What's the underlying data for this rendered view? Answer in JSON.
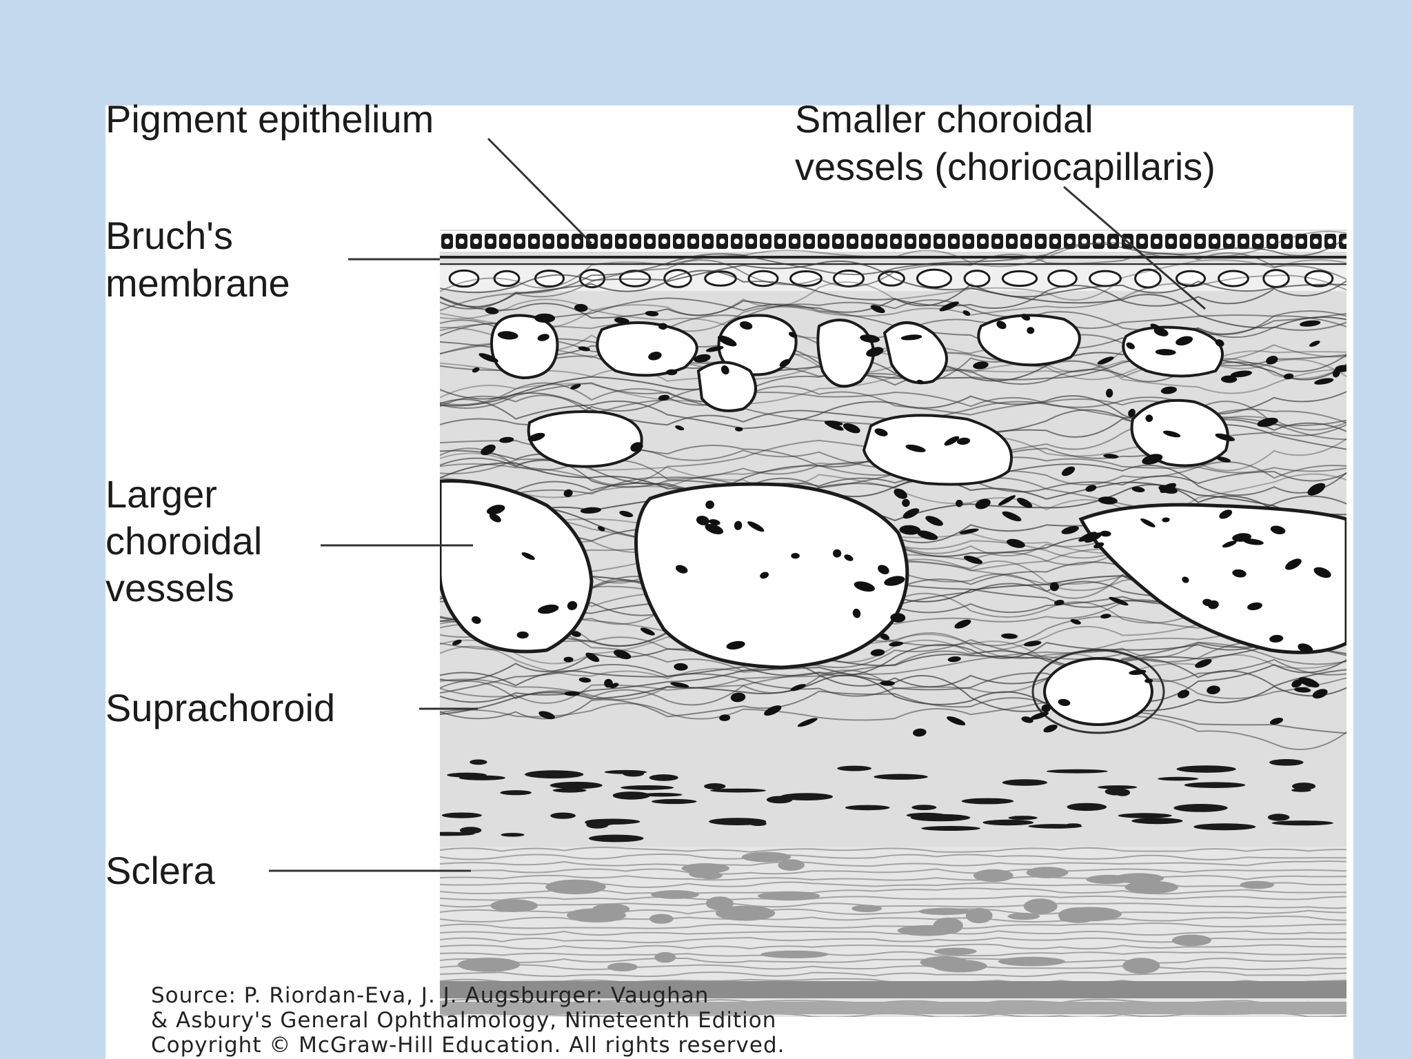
{
  "labels": {
    "pigment_epithelium": "Pigment epithelium",
    "smaller_vessels_line1": "Smaller choroidal",
    "smaller_vessels_line2": "vessels (choriocapillaris)",
    "bruchs_line1": "Bruch's",
    "bruchs_line2": "membrane",
    "larger_line1": "Larger",
    "larger_line2": "choroidal",
    "larger_line3": "vessels",
    "suprachoroid": "Suprachoroid",
    "sclera": "Sclera"
  },
  "source": {
    "line1": "Source: P. Riordan-Eva, J. J. Augsburger: Vaughan",
    "line2": "& Asbury's General Ophthalmology, Nineteenth Edition",
    "line3": "Copyright © McGraw-Hill Education. All rights reserved."
  },
  "colors": {
    "background": "#c5daee",
    "panel": "#ffffff",
    "ink": "#1b1b1b",
    "tissue": "#dcdcdc",
    "sclera_band": "#9a9a9a"
  }
}
